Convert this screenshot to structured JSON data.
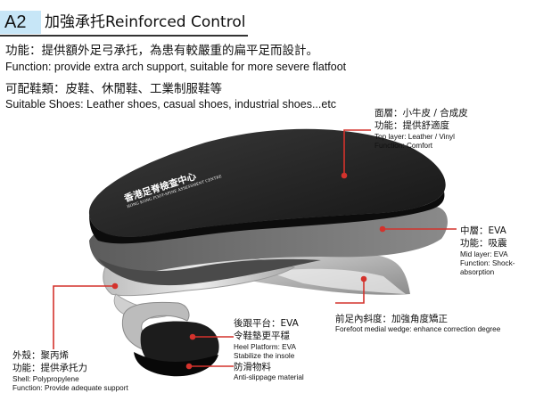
{
  "header": {
    "badge": "A2",
    "title": "加強承托Reinforced Control"
  },
  "function": {
    "zh": "功能：提供額外足弓承托，為患有較嚴重的扁平足而設計。",
    "en": "Function: provide extra arch support, suitable for more severe flatfoot"
  },
  "shoes": {
    "zh": "可配鞋類：皮鞋、休閒鞋、工業制服鞋等",
    "en": "Suitable Shoes: Leather shoes, casual shoes, industrial shoes...etc"
  },
  "insole_logo": {
    "zh": "香港足脊檢查中心",
    "en": "HONG KONG FOOT-SPINE ASSESSMENT CENTRE"
  },
  "layers": {
    "top": {
      "zh1": "面層：小牛皮 / 合成皮",
      "zh2": "功能：提供舒適度",
      "en1": "Top layer: Leather / Vinyl",
      "en2": "Function: Comfort"
    },
    "mid": {
      "zh1": "中層：EVA",
      "zh2": "功能：吸震",
      "en1": "Mid layer: EVA",
      "en2": "Function: Shock-",
      "en3": "absorption"
    },
    "forefoot": {
      "zh1": "前足內斜度：加強角度矯正",
      "en1": "Forefoot medial wedge: enhance correction degree"
    },
    "heel": {
      "zh1": "後跟平台：EVA",
      "zh2": "令鞋墊更平穩",
      "en1": "Heel Platform: EVA",
      "en2": "Stabilize the insole"
    },
    "antislip": {
      "zh1": "防滑物料",
      "en1": "Anti-slippage material"
    },
    "shell": {
      "zh1": "外殼：聚丙烯",
      "zh2": "功能：提供承托力",
      "en1": "Shell: Polypropylene",
      "en2": "Function: Provide adequate support"
    }
  },
  "colors": {
    "accent_red": "#d4322c",
    "badge_bg": "#c7e6f7",
    "top_layer": "#2a2a2a",
    "mid_layer": "#6e6e6e"
  }
}
